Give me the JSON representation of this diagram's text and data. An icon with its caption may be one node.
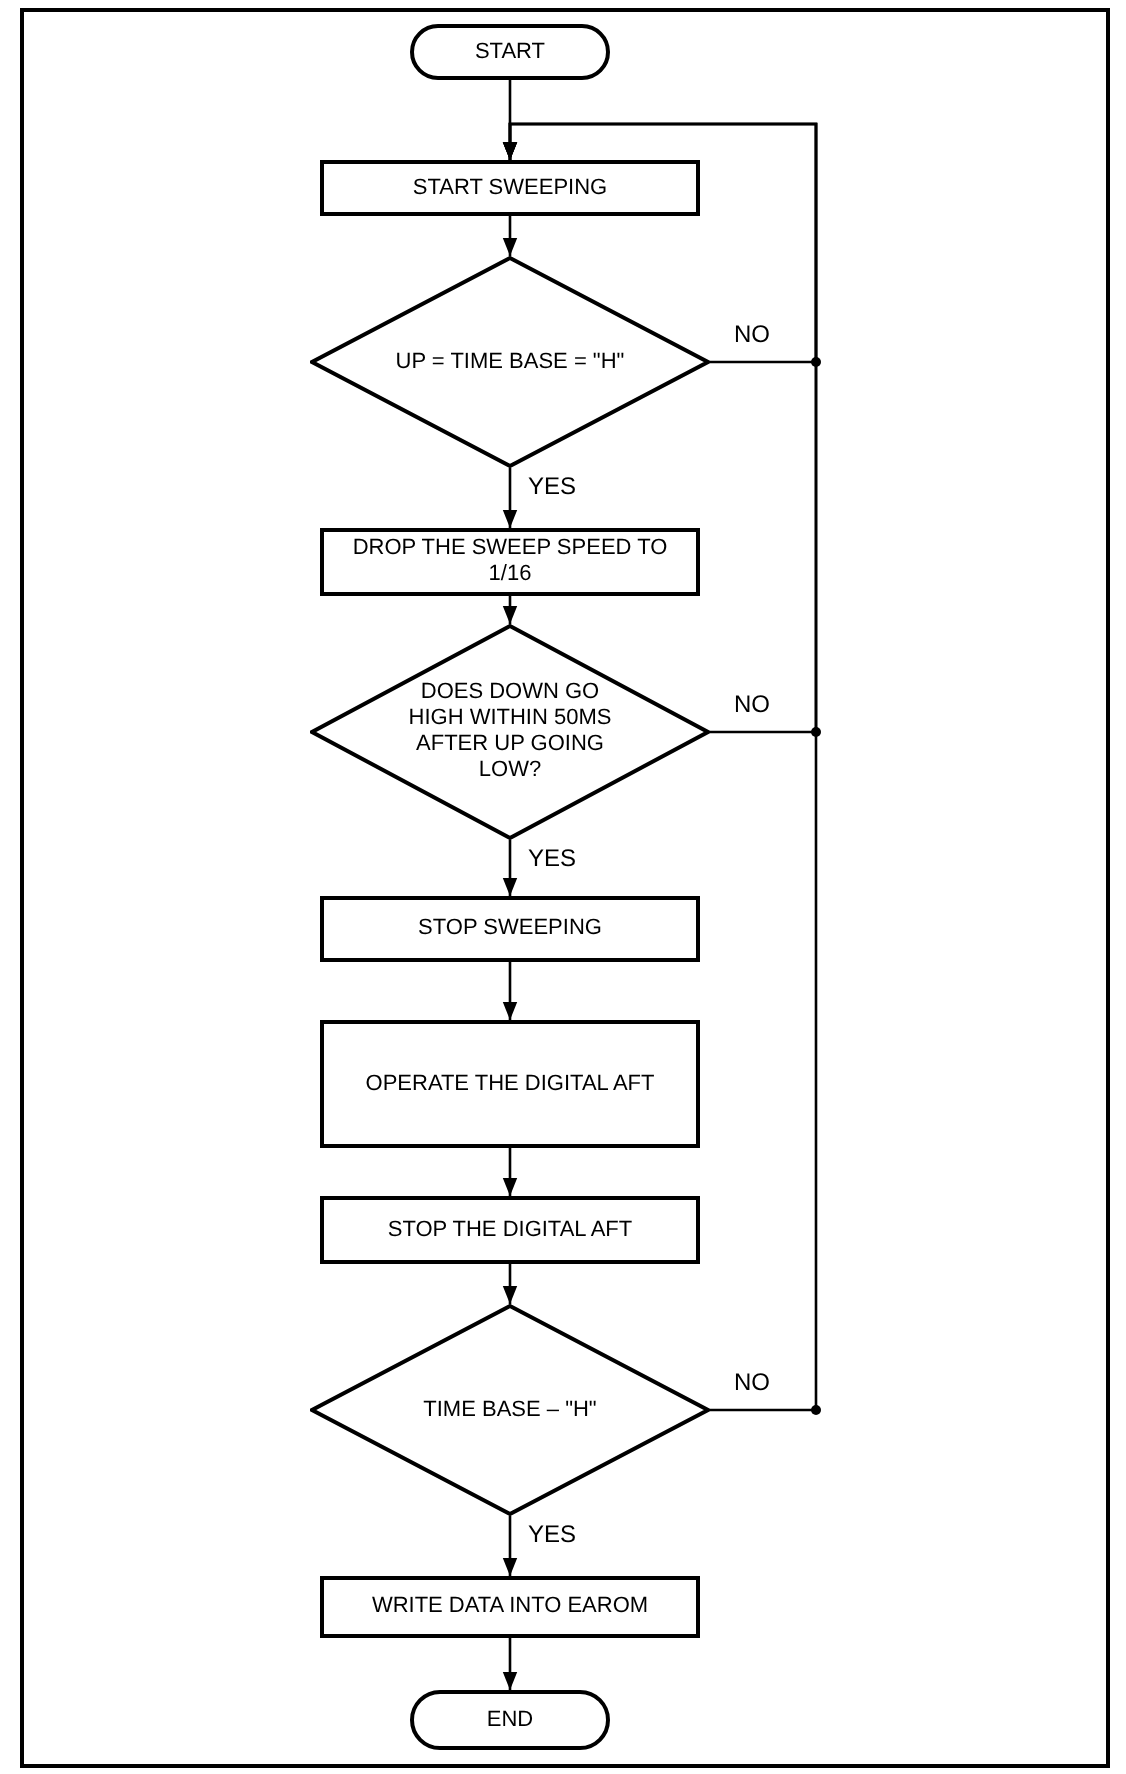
{
  "diagram": {
    "nodes": [
      {
        "text": [
          "START"
        ]
      },
      {
        "text": [
          "START SWEEPING"
        ]
      },
      {
        "text": [
          "UP = TIME BASE = \"H\""
        ]
      },
      {
        "text": [
          "DROP THE SWEEP SPEED TO 1/16"
        ]
      },
      {
        "text": [
          "DOES DOWN GO HIGH WITHIN 50MS AFTER UP GOING LOW?"
        ]
      },
      {
        "text": [
          "STOP SWEEPING"
        ]
      },
      {
        "text": [
          "OPERATE THE DIGITAL AFT"
        ]
      },
      {
        "text": [
          "STOP THE DIGITAL AFT"
        ]
      },
      {
        "text": [
          "TIME BASE – \"H\""
        ]
      },
      {
        "text": [
          "WRITE DATA INTO EAROM"
        ]
      },
      {
        "text": [
          "END"
        ]
      }
    ],
    "edges": [
      {
        "from": 0,
        "to": 1,
        "arrow": "to"
      },
      {
        "from": 1,
        "to": 2,
        "arrow": "to"
      },
      {
        "from": 2,
        "to": 3,
        "arrow": "to",
        "label": "YES"
      },
      {
        "from": 3,
        "to": 4,
        "arrow": "to"
      },
      {
        "from": 4,
        "to": 5,
        "arrow": "to",
        "label": "YES"
      },
      {
        "from": 5,
        "to": 6,
        "arrow": "to"
      },
      {
        "from": 6,
        "to": 7,
        "arrow": "to"
      },
      {
        "from": 7,
        "to": 8,
        "arrow": "to"
      },
      {
        "from": 8,
        "to": 9,
        "arrow": "to",
        "label": "YES"
      },
      {
        "from": 9,
        "to": 10,
        "arrow": "to"
      },
      {
        "from": 2,
        "to": 1,
        "arrow": "to",
        "label": "NO"
      },
      {
        "from": 4,
        "to": 1,
        "arrow": "to",
        "label": "NO"
      },
      {
        "from": 8,
        "to": 1,
        "arrow": "to",
        "label": "NO"
      }
    ]
  }
}
